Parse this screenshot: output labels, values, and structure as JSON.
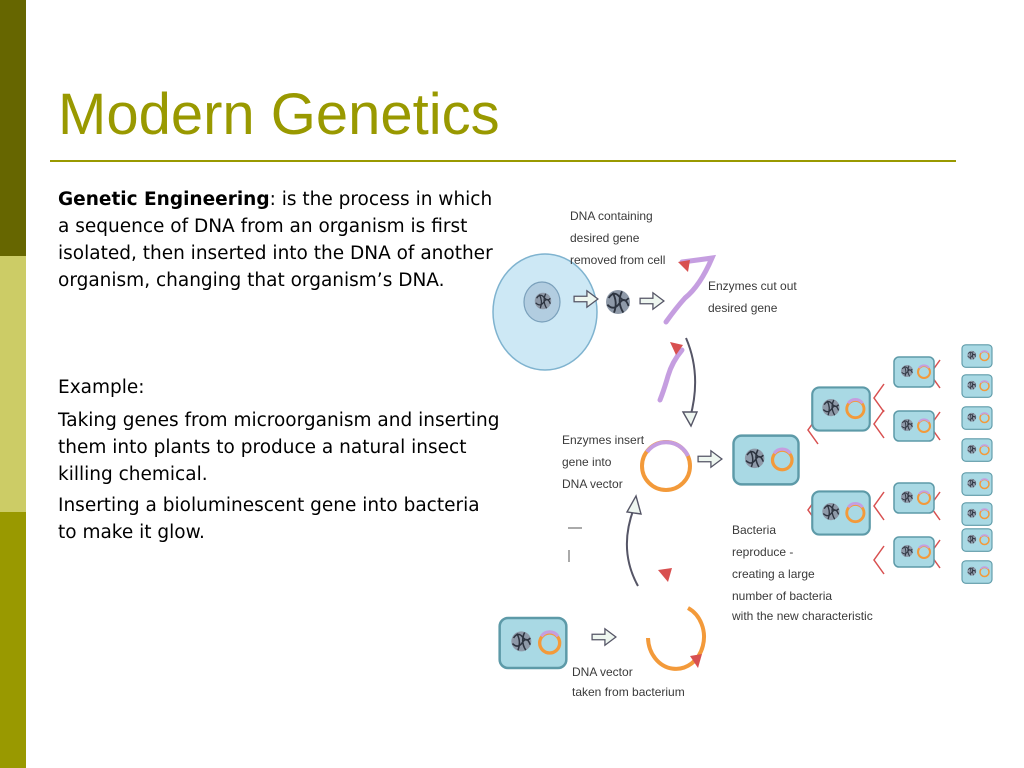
{
  "slide": {
    "title": "Modern Genetics",
    "definition": {
      "term": "Genetic Engineering",
      "text": ": is the process in which a sequence of DNA from an organism is first isolated, then inserted into the DNA of another organism, changing that organism’s DNA."
    },
    "example_label": "Example:",
    "examples": [
      "Taking genes from microorganism and inserting them into plants to produce a natural insect killing chemical.",
      "Inserting a bioluminescent gene into bacteria to make it glow."
    ]
  },
  "diagram": {
    "labels": {
      "dna_containing": [
        "DNA containing",
        "desired gene",
        "removed from cell"
      ],
      "enzymes_cut": [
        "Enzymes cut out",
        "desired gene"
      ],
      "enzymes_insert": [
        "Enzymes insert",
        "gene into",
        "DNA vector"
      ],
      "bacteria_reproduce": [
        "Bacteria",
        "reproduce -",
        "creating a large",
        "number of bacteria",
        "with the new characteristic"
      ],
      "dna_vector": [
        "DNA vector",
        "taken from bacterium"
      ]
    },
    "colors": {
      "cell_fill": "#cde8f5",
      "bacteria_fill": "#a9d9e4",
      "plasmid": "#f39a3a",
      "gene": "#c59ee0",
      "arrow_red": "#d85050"
    }
  }
}
